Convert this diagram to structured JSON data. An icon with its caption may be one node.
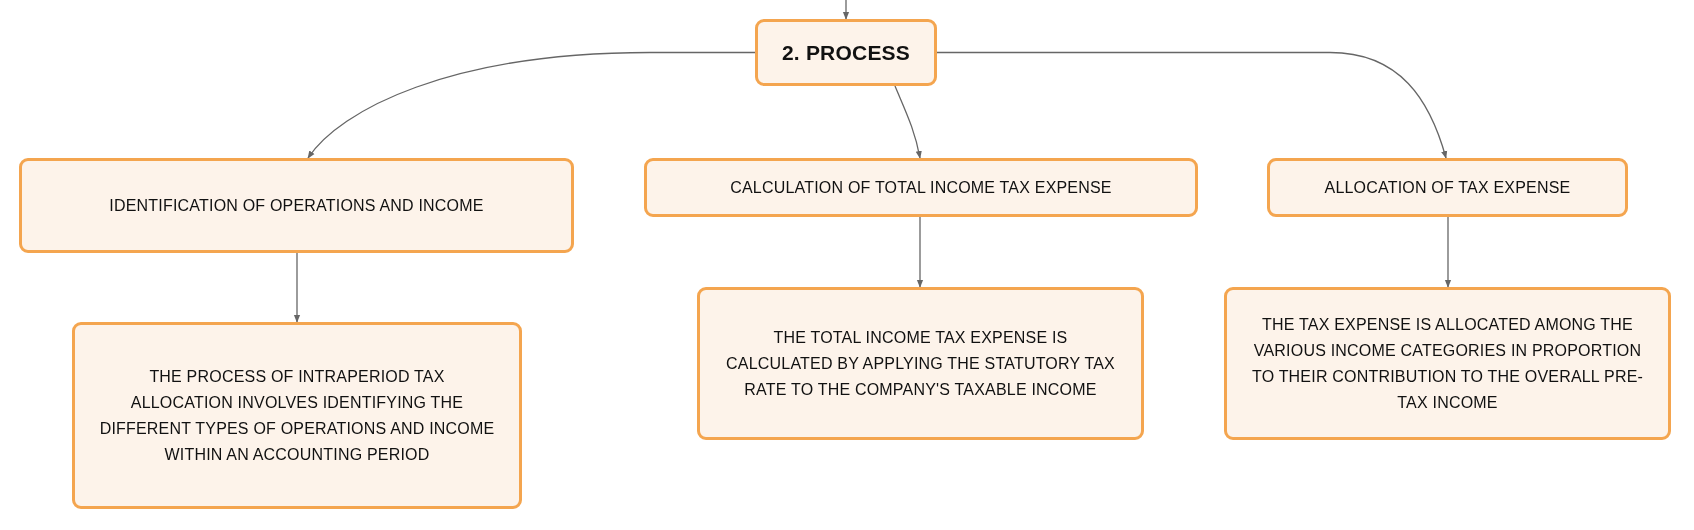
{
  "diagram": {
    "nodes": [
      {
        "text": [
          "2. PROCESS"
        ]
      },
      {
        "text": [
          "IDENTIFICATION OF OPERATIONS AND INCOME"
        ]
      },
      {
        "text": [
          "CALCULATION OF TOTAL INCOME TAX EXPENSE"
        ]
      },
      {
        "text": [
          "ALLOCATION OF TAX EXPENSE"
        ]
      },
      {
        "text": [
          "THE PROCESS OF INTRAPERIOD TAX ALLOCATION INVOLVES IDENTIFYING THE DIFFERENT TYPES OF OPERATIONS AND INCOME WITHIN AN ACCOUNTING PERIOD"
        ]
      },
      {
        "text": [
          "THE TOTAL INCOME TAX EXPENSE IS CALCULATED BY APPLYING THE STATUTORY TAX RATE TO THE COMPANY'S TAXABLE INCOME"
        ]
      },
      {
        "text": [
          "THE TAX EXPENSE IS ALLOCATED AMONG THE VARIOUS INCOME CATEGORIES IN PROPORTION TO THEIR CONTRIBUTION TO THE OVERALL PRE-TAX INCOME"
        ]
      }
    ],
    "edges": [
      {
        "from": null,
        "to": 0,
        "arrow": "to"
      },
      {
        "from": 0,
        "to": 1,
        "arrow": "to"
      },
      {
        "from": 0,
        "to": 2,
        "arrow": "to"
      },
      {
        "from": 0,
        "to": 3,
        "arrow": "to"
      },
      {
        "from": 1,
        "to": 4,
        "arrow": "to"
      },
      {
        "from": 2,
        "to": 5,
        "arrow": "to"
      },
      {
        "from": 3,
        "to": 6,
        "arrow": "to"
      }
    ]
  }
}
